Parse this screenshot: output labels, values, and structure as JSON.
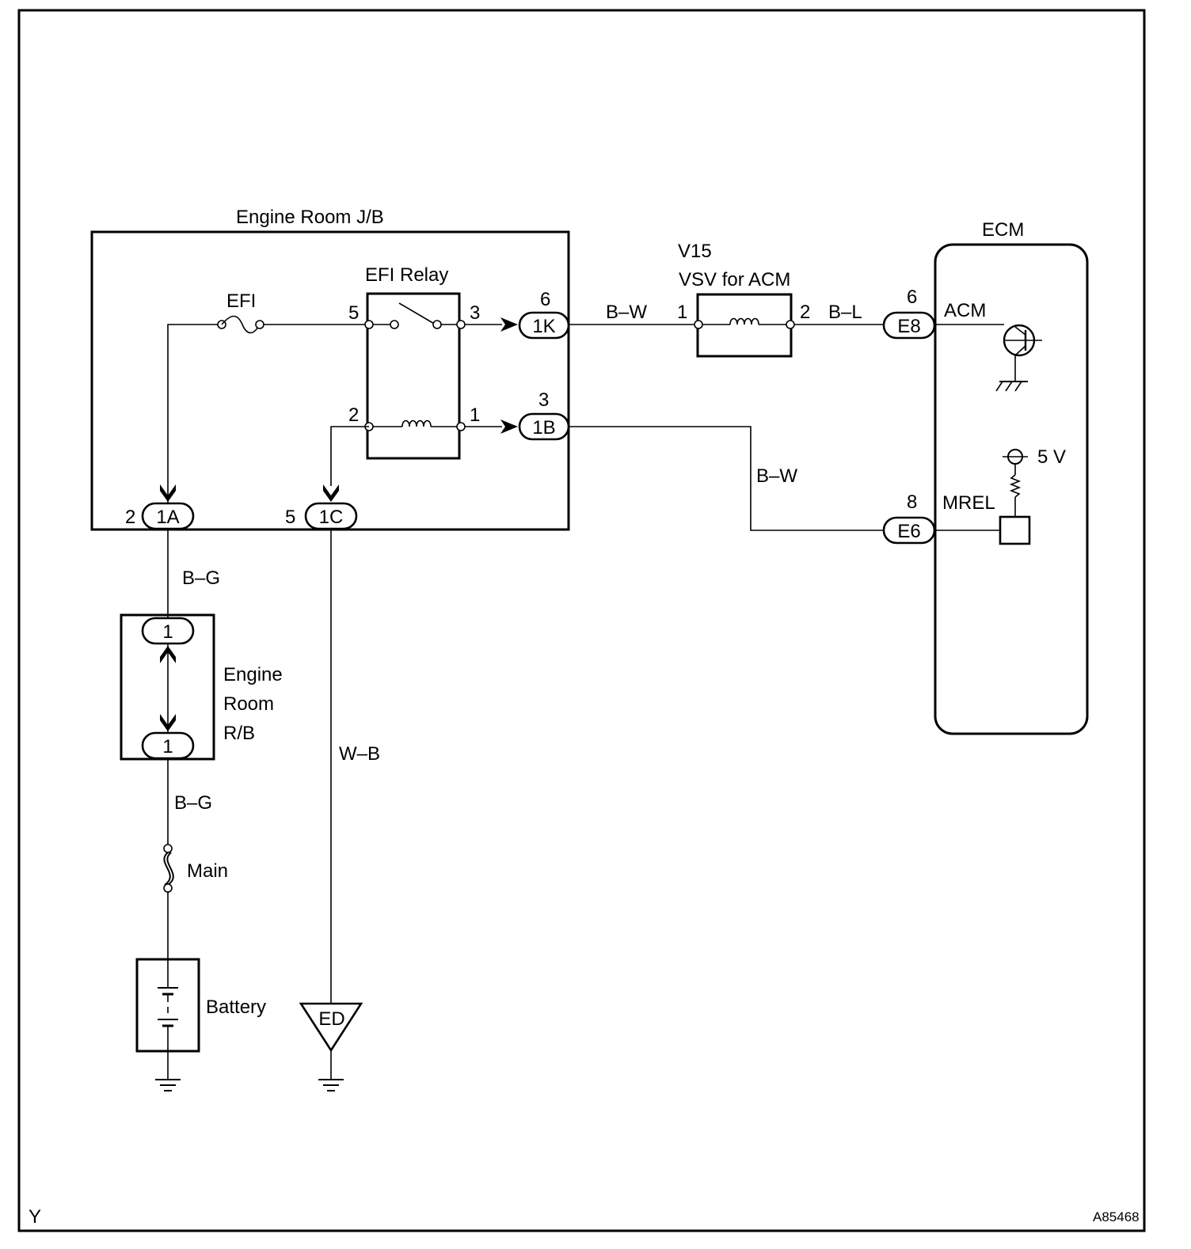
{
  "blocks": {
    "jb_title": "Engine Room J/B",
    "efi_fuse": "EFI",
    "efi_relay": "EFI Relay",
    "vsv_code": "V15",
    "vsv_name": "VSV for ACM",
    "ecm_title": "ECM",
    "rb_line1": "Engine",
    "rb_line2": "Room",
    "rb_line3": "R/B",
    "main_fuse": "Main",
    "battery": "Battery",
    "ground_ed": "ED"
  },
  "connectors": {
    "c1k": "1K",
    "c1b": "1B",
    "c1a": "1A",
    "c1c": "1C",
    "ce8": "E8",
    "ce6": "E6",
    "rb_top": "1",
    "rb_bottom": "1"
  },
  "pins": {
    "relay_5": "5",
    "relay_3": "3",
    "relay_2": "2",
    "relay_1": "1",
    "c1k_pin": "6",
    "c1b_pin": "3",
    "c1a_pin": "2",
    "c1c_pin": "5",
    "vsv_1": "1",
    "vsv_2": "2",
    "ce8_pin": "6",
    "ce6_pin": "8"
  },
  "wires": {
    "bw_top": "B–W",
    "bl": "B–L",
    "bw_right": "B–W",
    "bg_upper": "B–G",
    "bg_lower": "B–G",
    "wb": "W–B"
  },
  "ecm": {
    "acm": "ACM",
    "mrel": "MREL",
    "vref": "5 V"
  },
  "footer": {
    "left_code": "Y",
    "figure_id": "A85468"
  }
}
